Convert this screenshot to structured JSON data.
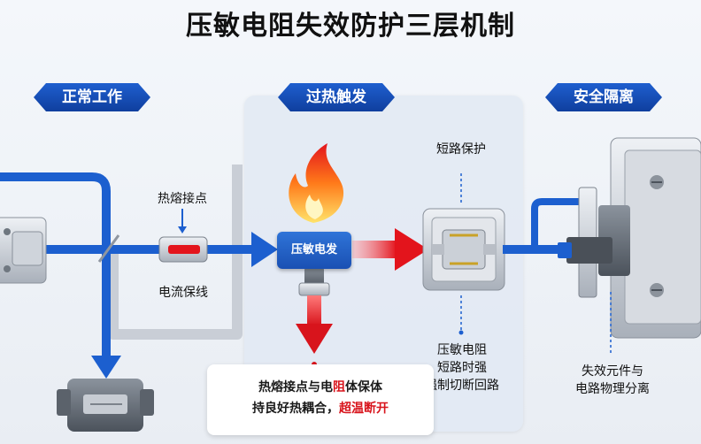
{
  "title": "压敏电阻失效防护三层机制",
  "stages": {
    "normal": "正常工作",
    "overheat": "过热触发",
    "isolation": "安全隔离"
  },
  "labels": {
    "thermal_contact": "热熔接点",
    "current_fuse": "电流保线",
    "varistor_trigger": "压敏电发",
    "short_protect": "短路保护",
    "varistor_short_1": "压敏电阻",
    "varistor_short_2": "短路时强",
    "varistor_short_3": "强制切断回路",
    "failure_1": "失效元件与",
    "failure_2": "电路物理分离"
  },
  "note": {
    "line1_a": "热熔接点与电",
    "line1_b": "阻",
    "line1_c": "体保体",
    "line2_a": "持良好热耦合，",
    "line2_b": "超温断开"
  }
}
